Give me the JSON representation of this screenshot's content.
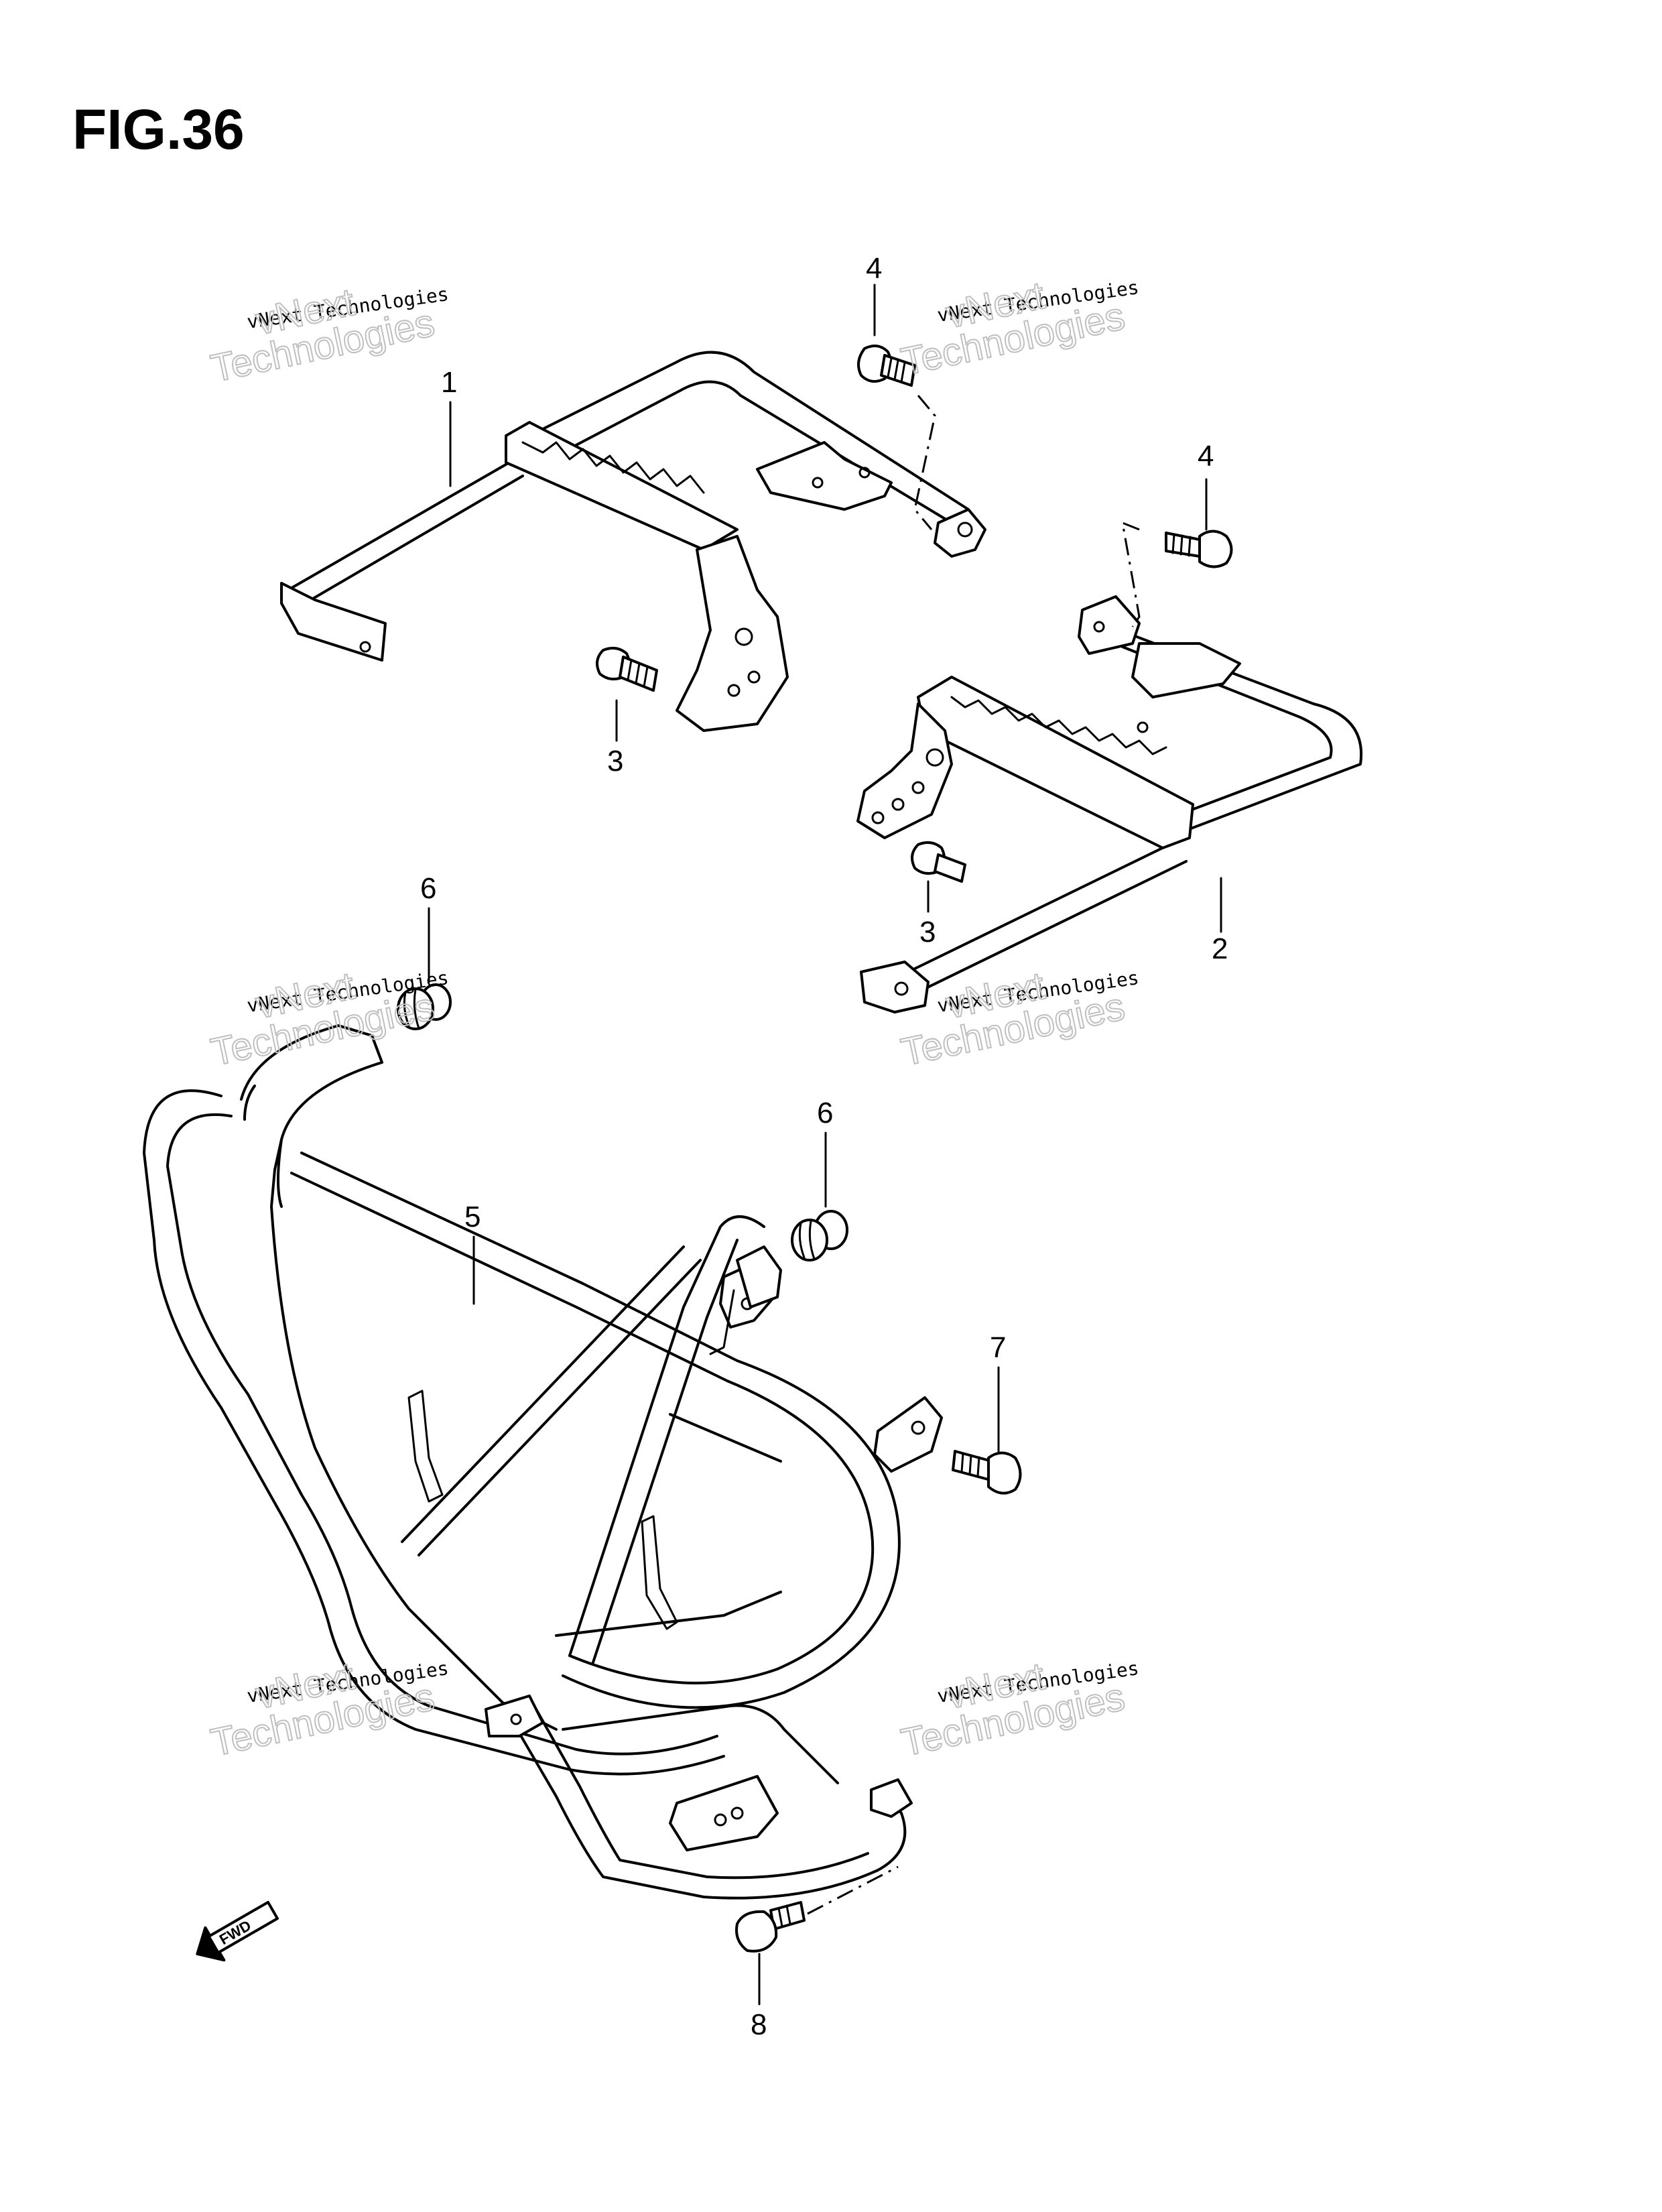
{
  "figure": {
    "title": "FIG.36"
  },
  "callouts": [
    {
      "id": "c1",
      "label": "1"
    },
    {
      "id": "c2",
      "label": "2"
    },
    {
      "id": "c3a",
      "label": "3"
    },
    {
      "id": "c3b",
      "label": "3"
    },
    {
      "id": "c4a",
      "label": "4"
    },
    {
      "id": "c4b",
      "label": "4"
    },
    {
      "id": "c5",
      "label": "5"
    },
    {
      "id": "c6a",
      "label": "6"
    },
    {
      "id": "c6b",
      "label": "6"
    },
    {
      "id": "c7",
      "label": "7"
    },
    {
      "id": "c8",
      "label": "8"
    }
  ],
  "direction_marker": {
    "label": "FWD"
  },
  "watermark": {
    "line1": "vNext Technologies",
    "line2a": "vNext",
    "line2b": "Technologies"
  }
}
